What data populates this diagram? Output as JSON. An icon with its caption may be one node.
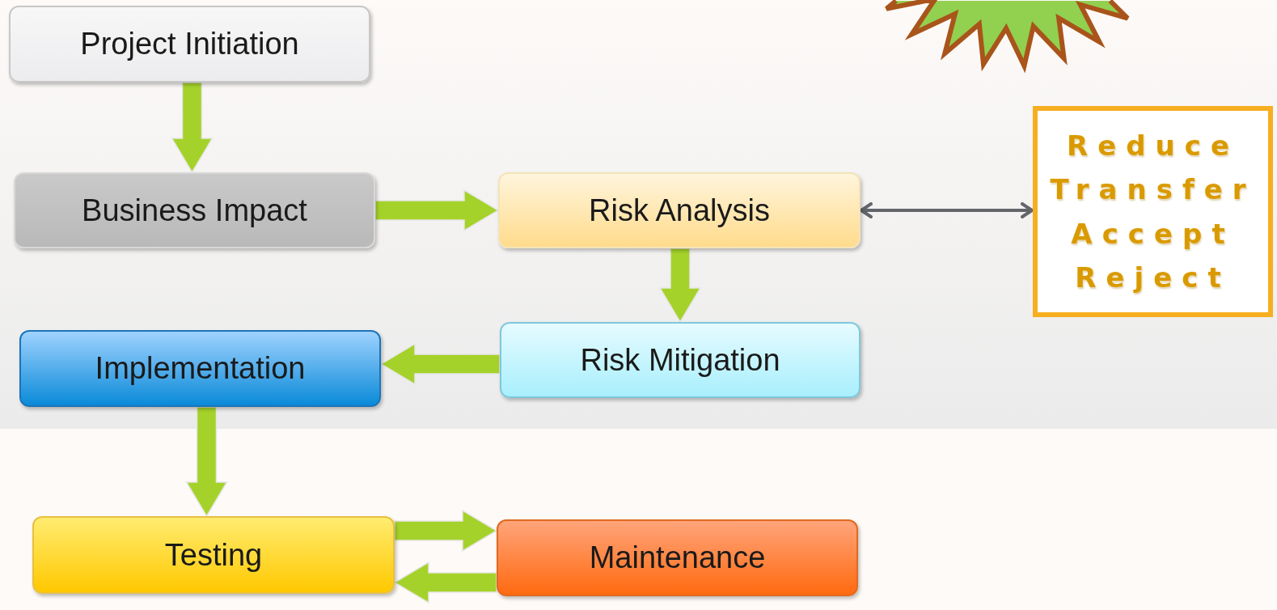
{
  "diagram": {
    "nodes": [
      {
        "text": [
          "Project Initiation"
        ]
      },
      {
        "text": [
          "Business Impact"
        ]
      },
      {
        "text": [
          "Risk Analysis"
        ]
      },
      {
        "text": [
          "Risk Mitigation"
        ]
      },
      {
        "text": [
          "Implementation"
        ]
      },
      {
        "text": [
          "Testing"
        ]
      },
      {
        "text": [
          "Maintenance"
        ]
      },
      {
        "text": [
          "Reduce",
          "Transfer",
          "Accept",
          "Reject"
        ]
      },
      {
        "text": [],
        "shape": "starburst"
      }
    ],
    "edges": [
      {
        "from": 0,
        "to": 1,
        "arrow": "to",
        "style": "thick"
      },
      {
        "from": 1,
        "to": 2,
        "arrow": "to",
        "style": "thick"
      },
      {
        "from": 2,
        "to": 3,
        "arrow": "to",
        "style": "thick"
      },
      {
        "from": 3,
        "to": 4,
        "arrow": "to",
        "style": "thick"
      },
      {
        "from": 4,
        "to": 5,
        "arrow": "to",
        "style": "thick"
      },
      {
        "from": 5,
        "to": 6,
        "arrow": "to",
        "style": "thick"
      },
      {
        "from": 6,
        "to": 5,
        "arrow": "to",
        "style": "thick"
      },
      {
        "from": 2,
        "to": 7,
        "arrow": "both",
        "color": "#62666a"
      }
    ]
  }
}
